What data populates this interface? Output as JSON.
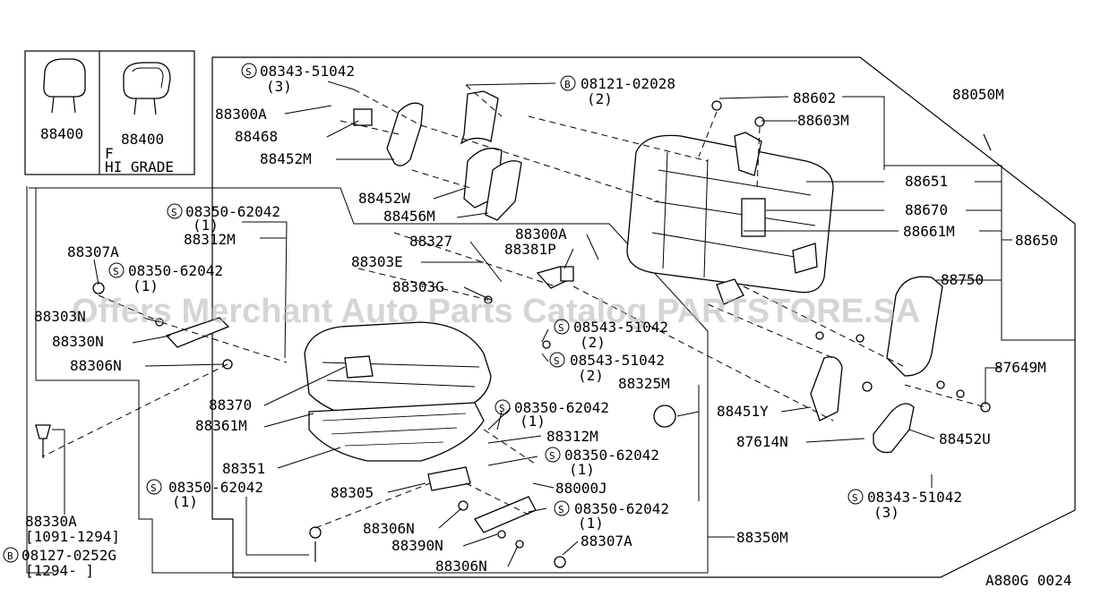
{
  "inset": {
    "left_label": "88400",
    "right_label": "88400",
    "right_note_line1": "F",
    "right_note_line2": "HI GRADE"
  },
  "callouts": {
    "p08343_top": "08343-51042",
    "p08343_top_qty": "(3)",
    "p08121": "08121-02028",
    "p08121_qty": "(2)",
    "p88300A_top": "88300A",
    "p88468": "88468",
    "p88452M": "88452M",
    "p88452W": "88452W",
    "p88456M": "88456M",
    "p88602": "88602",
    "p88603M": "88603M",
    "p88050M": "88050M",
    "p88651": "88651",
    "p88670": "88670",
    "p88661M": "88661M",
    "p88650": "88650",
    "p88750": "88750",
    "p87649M": "87649M",
    "p08350_a": "08350-62042",
    "p08350_a_qty": "(1)",
    "p88312M_top": "88312M",
    "p88307A_left": "88307A",
    "p08350_b": "08350-62042",
    "p08350_b_qty": "(1)",
    "p88303N": "88303N",
    "p88330N": "88330N",
    "p88306N_left": "88306N",
    "p88327": "88327",
    "p88300A_mid": "88300A",
    "p88381P": "88381P",
    "p88303E": "88303E",
    "p88303G": "88303G",
    "p08543_a": "08543-51042",
    "p08543_a_qty": "(2)",
    "p08543_b": "08543-51042",
    "p08543_b_qty": "(2)",
    "p88325M": "88325M",
    "p88370": "88370",
    "p88361M": "88361M",
    "p08350_c": "08350-62042",
    "p08350_c_qty": "(1)",
    "p88312M_mid": "88312M",
    "p08350_d": "08350-62042",
    "p08350_d_qty": "(1)",
    "p88351": "88351",
    "p88451Y": "88451Y",
    "p87614N": "87614N",
    "p88452U": "88452U",
    "p08350_e": "08350-62042",
    "p08350_e_qty": "(1)",
    "p88305": "88305",
    "p88000J": "88000J",
    "p08350_f": "08350-62042",
    "p08350_f_qty": "(1)",
    "p88306N_mid": "88306N",
    "p88390N": "88390N",
    "p88307A_bottom": "88307A",
    "p88306N_bottom": "88306N",
    "p88350M": "88350M",
    "p08343_bottom": "08343-51042",
    "p08343_bottom_qty": "(3)",
    "p88330A": "88330A",
    "p88330A_range": "[1091-1294]",
    "p08127": "08127-0252G",
    "p08127_range": "[1294-      ]"
  },
  "symbols": {
    "s": "S",
    "b": "B"
  },
  "footer": {
    "diagram_code": "A880G 0024"
  },
  "watermark": "Offers Merchant Auto Parts Catalog PARTSTORE.SA"
}
